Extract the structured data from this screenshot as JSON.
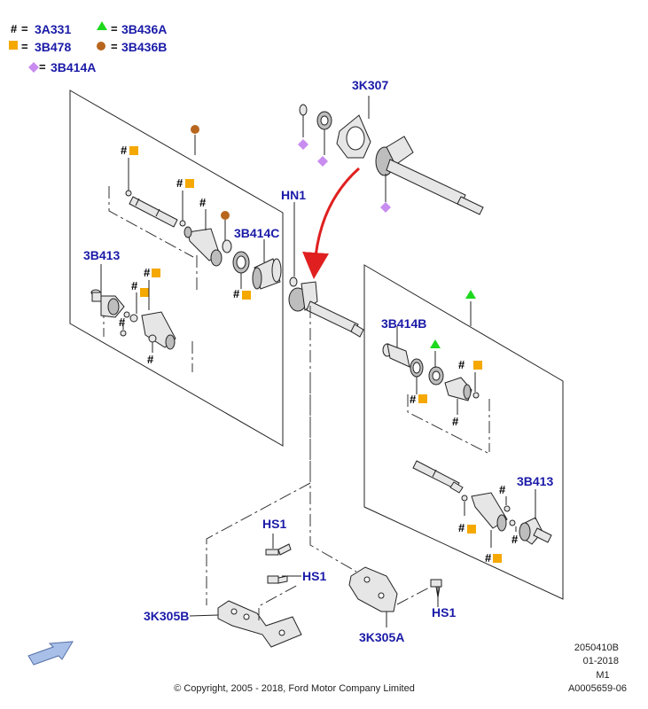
{
  "legend": [
    {
      "symbol": "hash",
      "code": "3A331"
    },
    {
      "symbol": "triangle",
      "code": "3B436A"
    },
    {
      "symbol": "square",
      "code": "3B478"
    },
    {
      "symbol": "circle",
      "code": "3B436B"
    },
    {
      "symbol": "diamond",
      "code": "3B414A"
    }
  ],
  "colors": {
    "square": "#f5a800",
    "circle": "#b8661e",
    "triangle": "#1ed81e",
    "diamond": "#c88cf0",
    "callout_text": "#1a1aa8",
    "arrow": "#e02020"
  },
  "callouts": {
    "k307": "3K307",
    "hn1": "HN1",
    "b414c": "3B414C",
    "b413_left": "3B413",
    "b414b": "3B414B",
    "b413_right": "3B413",
    "hs1_top": "HS1",
    "hs1_mid": "HS1",
    "hs1_right": "HS1",
    "k305b": "3K305B",
    "k305a": "3K305A"
  },
  "hash_mark": "#",
  "equals": "=",
  "footer": {
    "code": "2050410B",
    "date": "01-2018",
    "rev": "M1",
    "ref": "A0005659-06",
    "copyright": "© Copyright, 2005 - 2018, Ford Motor Company Limited"
  }
}
